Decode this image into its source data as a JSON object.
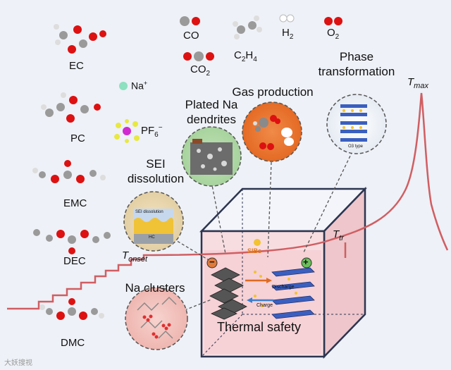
{
  "molecules": {
    "ec": "EC",
    "pc": "PC",
    "emc": "EMC",
    "dec": "DEC",
    "dmc": "DMC",
    "co": "CO",
    "h2": "H",
    "h2_sub": "2",
    "o2": "O",
    "o2_sub": "2",
    "co2": "CO",
    "co2_sub": "2",
    "c2h4_a": "C",
    "c2h4_b": "2",
    "c2h4_c": "H",
    "c2h4_d": "4"
  },
  "ions": {
    "na": "Na",
    "na_sup": "+",
    "pf6": "PF",
    "pf6_sub": "6",
    "pf6_sup": "−"
  },
  "processes": {
    "sei_1": "SEI",
    "sei_2": "dissolution",
    "plated_1": "Plated Na",
    "plated_2": "dendrites",
    "gas": "Gas production",
    "phase_1": "Phase",
    "phase_2": "transformation",
    "clusters": "Na clusters"
  },
  "cell": {
    "title": "Thermal safety",
    "discharge": "Discharge",
    "charge": "Charge",
    "sib": "SIBs",
    "minus": "−",
    "plus": "+",
    "sei_inset": "SEI dissolution",
    "hc": "HC",
    "o3": "O3 type"
  },
  "temps": {
    "onset_t": "T",
    "onset_sub": "onset",
    "tr_t": "T",
    "tr_sub": "tr",
    "max_t": "T",
    "max_sub": "max"
  },
  "watermark": "大妖搜视",
  "colors": {
    "curve": "#d05e62",
    "box_edge": "#2c3550",
    "cell_fill": "#f5d4d8"
  }
}
